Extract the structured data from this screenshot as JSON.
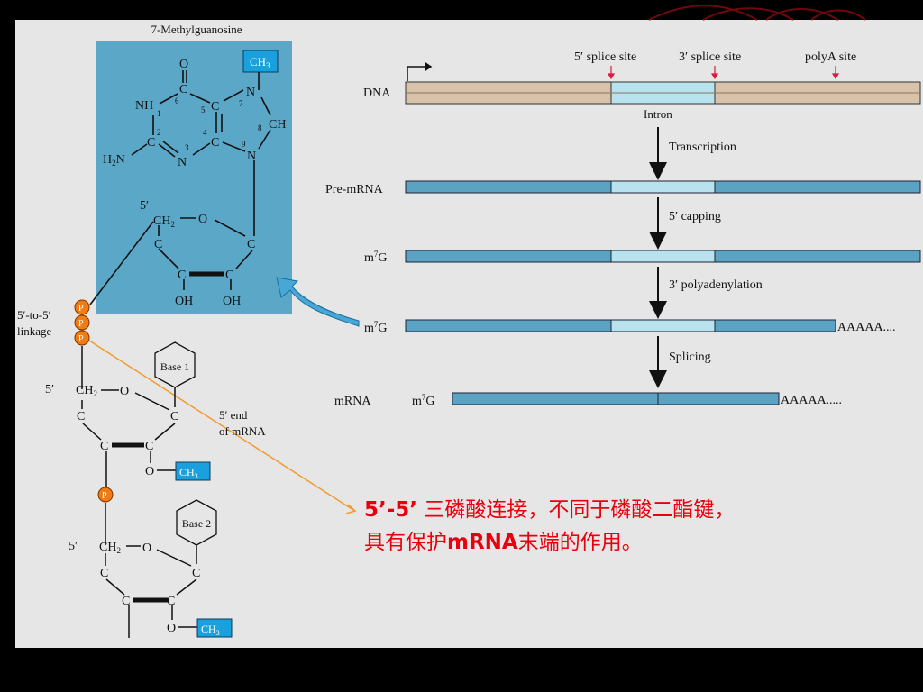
{
  "colors": {
    "slide_bg": "#000000",
    "panel_bg": "#e6e6e6",
    "guanosine_box": "#5ba7c8",
    "methyl_box": "#1aa0dc",
    "dna_exon": "#d8c3aa",
    "dna_intron": "#b8e2ee",
    "rna_exon": "#5ba3c3",
    "rna_intron": "#b8e2ee",
    "phosphate": "#f07c14",
    "arrow_curve": "#47a7d6",
    "splice_marker": "#e0183c",
    "caption_text": "#e8000e"
  },
  "structure": {
    "title": "7-Methylguanosine",
    "methyl_label": "CH",
    "methyl_sub": "3",
    "atoms": {
      "O_top": "O",
      "NH": "NH",
      "n1": "1",
      "C6": "C",
      "n6": "6",
      "C5": "C",
      "n5": "5",
      "N7": "N",
      "n7": "7",
      "plus": "+",
      "C4": "C",
      "n4": "4",
      "C8": "CH",
      "n8": "8",
      "C2": "C",
      "n2": "2",
      "H2N": "H",
      "H2N_sub": "2",
      "H2N_N": "N",
      "N3": "N",
      "n3": "3",
      "N9": "N",
      "n9": "9",
      "prime5": "5′",
      "CH2": "CH",
      "CH2_sub": "2",
      "O_ring": "O",
      "C_left": "C",
      "C_right": "C",
      "C_bl": "C",
      "C_br": "C",
      "OH1": "OH",
      "OH2": "OH"
    },
    "linkage_label_1": "5′-to-5′",
    "linkage_label_2": "linkage",
    "phosphate": "P",
    "nuc1": {
      "base": "Base 1",
      "prime5": "5′",
      "CH2": "CH",
      "CH2_sub": "2",
      "O": "O",
      "C": "C",
      "O_methyl": "O",
      "methyl": "CH",
      "methyl_sub": "3"
    },
    "nuc2": {
      "base": "Base 2",
      "prime5": "5′",
      "CH2": "CH",
      "CH2_sub": "2",
      "O": "O",
      "C": "C",
      "O_methyl": "O",
      "methyl": "CH",
      "methyl_sub": "3"
    },
    "end_label_1": "5′ end",
    "end_label_2": "of mRNA"
  },
  "pathway": {
    "sites": {
      "splice5": "5′ splice site",
      "splice3": "3′ splice site",
      "polyA": "polyA site"
    },
    "rows": {
      "dna": "DNA",
      "intron": "Intron",
      "pre_mrna": "Pre-mRNA",
      "m7g_a": "m",
      "m7g_sup": "7",
      "m7g_b": "G",
      "mrna": "mRNA"
    },
    "steps": {
      "transcription": "Transcription",
      "capping": "5′ capping",
      "polyadenylation": "3′ polyadenylation",
      "splicing": "Splicing"
    },
    "polyA_tail_1": "AAAAA....",
    "polyA_tail_2": "AAAAA....."
  },
  "caption": {
    "bold_1": "5’-5’",
    "text_1": " 三磷酸连接，不同于磷酸二酯键，",
    "text_2a": "具有保护",
    "bold_2": "mRNA",
    "text_2b": "末端的作用。"
  }
}
